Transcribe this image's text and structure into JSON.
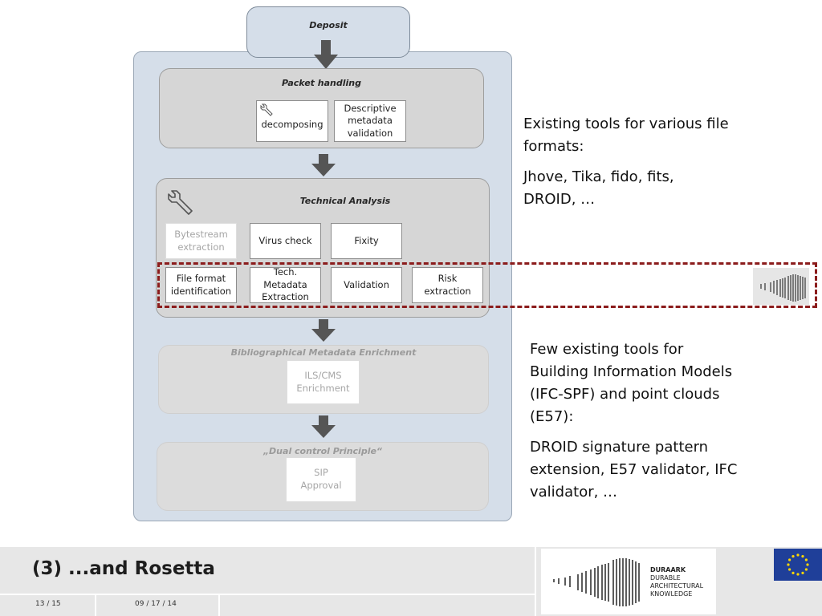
{
  "diagram": {
    "deposit": "Deposit",
    "packet": {
      "title": "Packet handling",
      "decomposing": "decomposing",
      "descriptive": [
        "Descriptive",
        "metadata",
        "validation"
      ]
    },
    "technical": {
      "title": "Technical Analysis",
      "bytestream": [
        "Bytestream",
        "extraction"
      ],
      "virus": "Virus check",
      "fixity": "Fixity",
      "file_format": [
        "File format",
        "identification"
      ],
      "tech_meta": [
        "Tech.",
        "Metadata",
        "Extraction"
      ],
      "validation": "Validation",
      "risk": [
        "Risk",
        "extraction"
      ]
    },
    "biblio": {
      "title": "Bibliographical Metadata Enrichment",
      "ils": [
        "ILS/CMS",
        "Enrichment"
      ]
    },
    "dual": {
      "title": "„Dual control Principle“",
      "sip": [
        "SIP",
        "Approval"
      ]
    },
    "highlight_color": "#8b1c1c"
  },
  "notes": {
    "top": {
      "line1": [
        "Existing tools for various file",
        "formats:"
      ],
      "line2": [
        "Jhove, Tika, fido, fits,",
        "DROID, …"
      ]
    },
    "bottom": {
      "line1": [
        "Few existing tools for",
        "Building Information Models",
        "(IFC-SPF) and point clouds",
        "(E57):"
      ],
      "line2": [
        "DROID signature pattern",
        "extension, E57 validator, IFC",
        "validator, …"
      ]
    }
  },
  "footer": {
    "title": "(3) ...and Rosetta",
    "page": "13 / 15",
    "date": "09 / 17 / 14",
    "logo": [
      "DURAARK",
      "DURABLE",
      "ARCHITECTURAL",
      "KNOWLEDGE"
    ],
    "eu_flag_color": "#1f3f99"
  }
}
